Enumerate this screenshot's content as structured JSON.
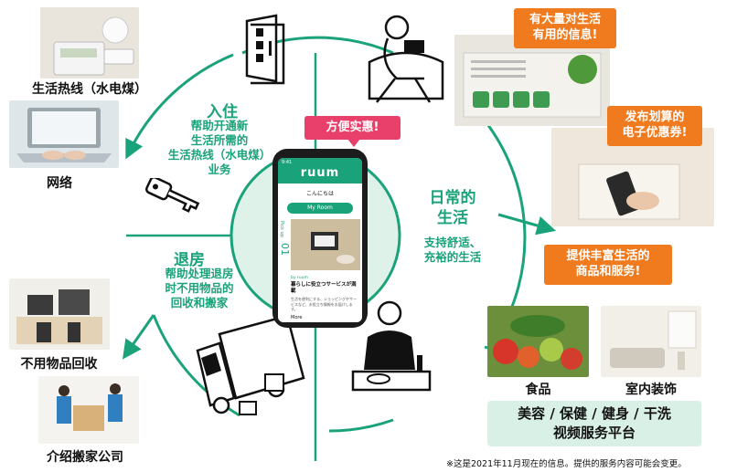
{
  "center": {
    "phone": {
      "status_time": "9:41",
      "logo": "ruum",
      "greeting": "こんにちは",
      "my_room_button": "My Room",
      "pickup_label": "Pick up",
      "pickup_number": "01",
      "brand_small": "by ruum",
      "article_title": "暮らしに役立つサービスが満載",
      "article_body": "生活を便利にする、ショッピングやサービスなど、お役立ち情報をお届けします。",
      "more": "More"
    },
    "bubble_convenience": "方便实惠!"
  },
  "left_top": {
    "section_title": "入住",
    "section_desc_lines": [
      "帮助开通新",
      "生活所需的",
      "生活热线（水电煤）",
      "业务"
    ],
    "items": [
      {
        "label": "生活热线（水电煤）"
      },
      {
        "label": "网络"
      }
    ]
  },
  "left_bottom": {
    "section_title": "退房",
    "section_desc_lines": [
      "帮助处理退房",
      "时不用物品的",
      "回收和搬家"
    ],
    "items": [
      {
        "label": "不用物品回收"
      },
      {
        "label": "介绍搬家公司"
      }
    ]
  },
  "right": {
    "section_title_lines": [
      "日常的",
      "生活"
    ],
    "section_desc_lines": [
      "支持舒适、",
      "充裕的生活"
    ],
    "bubble_info_lines": [
      "有大量对生活",
      "有用的信息!"
    ],
    "bubble_coupon_lines": [
      "发布划算的",
      "电子优惠券!"
    ],
    "bubble_goods_lines": [
      "提供丰富生活的",
      "商品和服务!"
    ],
    "food_label": "食品",
    "interior_label": "室内装饰",
    "services_lines": [
      "美容 / 保健 / 健身 / 干洗",
      "视频服务平台"
    ]
  },
  "footnote": "※这是2021年11月现在的信息。提供的服务内容可能会变更。",
  "colors": {
    "accent_green": "#1aa37a",
    "bubble_orange": "#f07a1e",
    "bubble_pink": "#e9406b",
    "service_bg": "#d9f0e6"
  }
}
